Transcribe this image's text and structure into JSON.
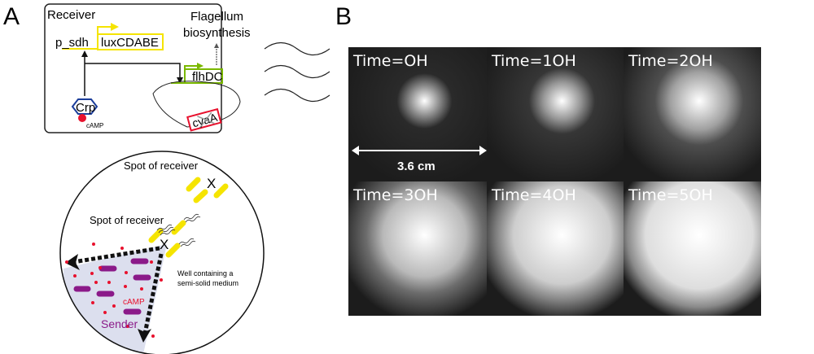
{
  "panel_a": {
    "label": "A",
    "receiver_box": {
      "title": "Receiver",
      "promoter": "p_sdh",
      "reporter_gene": "luxCDABE",
      "flagella_gene": "flhDC",
      "output": [
        "Flagellum",
        "biosynthesis"
      ],
      "regulator": "Crp",
      "signal": "cAMP",
      "deleted_gene": "cyaA"
    },
    "well_diagram": {
      "spot_label_1": "Spot of receiver",
      "spot_label_2": "Spot of receiver",
      "x_mark": "X",
      "well_label": [
        "Well containing a",
        "semi-solid  medium"
      ],
      "signal_label": "cAMP",
      "sender_label": "Sender"
    },
    "colors": {
      "yellow": "#f5e400",
      "green": "#7ab800",
      "purple": "#8b1a89",
      "red": "#e8112d",
      "blue": "#1b3d9a",
      "sender_bg": "#dcdfee"
    }
  },
  "panel_b": {
    "label": "B",
    "scale_bar": "3.6 cm",
    "frames": [
      {
        "label": "Time=OH",
        "brightness": 0.1
      },
      {
        "label": "Time=1OH",
        "brightness": 0.2
      },
      {
        "label": "Time=2OH",
        "brightness": 0.4
      },
      {
        "label": "Time=3OH",
        "brightness": 0.65
      },
      {
        "label": "Time=4OH",
        "brightness": 0.8
      },
      {
        "label": "Time=5OH",
        "brightness": 0.9
      }
    ]
  }
}
